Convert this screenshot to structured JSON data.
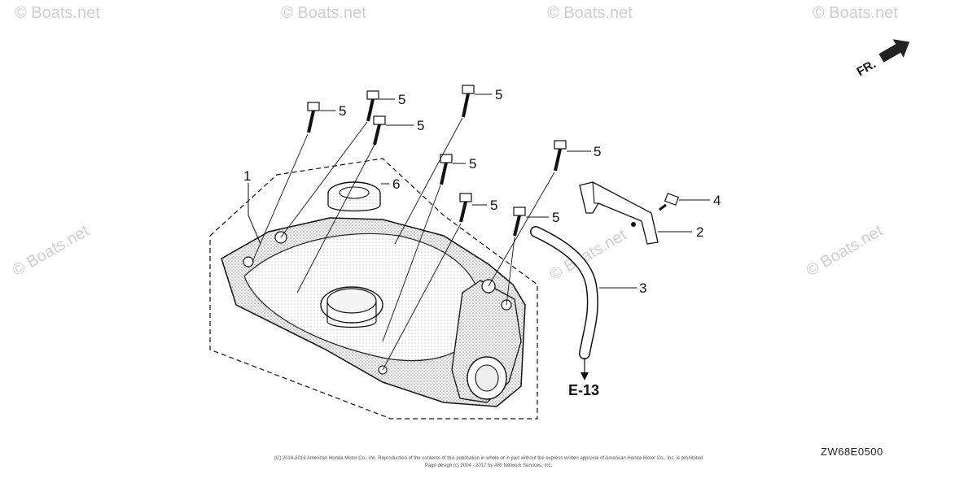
{
  "watermark": "© Boats.net",
  "direction_label": "FR.",
  "callouts": {
    "c1": "1",
    "c2": "2",
    "c3": "3",
    "c4": "4",
    "c5": "5",
    "c6": "6"
  },
  "reference": "E-13",
  "diagram_code": "ZW68E0500",
  "copyright_line1": "(C) 2019-2019 American Honda Motor Co., Inc. Reproduction of the contents of this publication in whole or in part without the express written approval of American Honda Motor Co., Inc. is prohibited",
  "copyright_line2": "Page design (c) 2004 - 2017 by ARI Network Services, Inc."
}
